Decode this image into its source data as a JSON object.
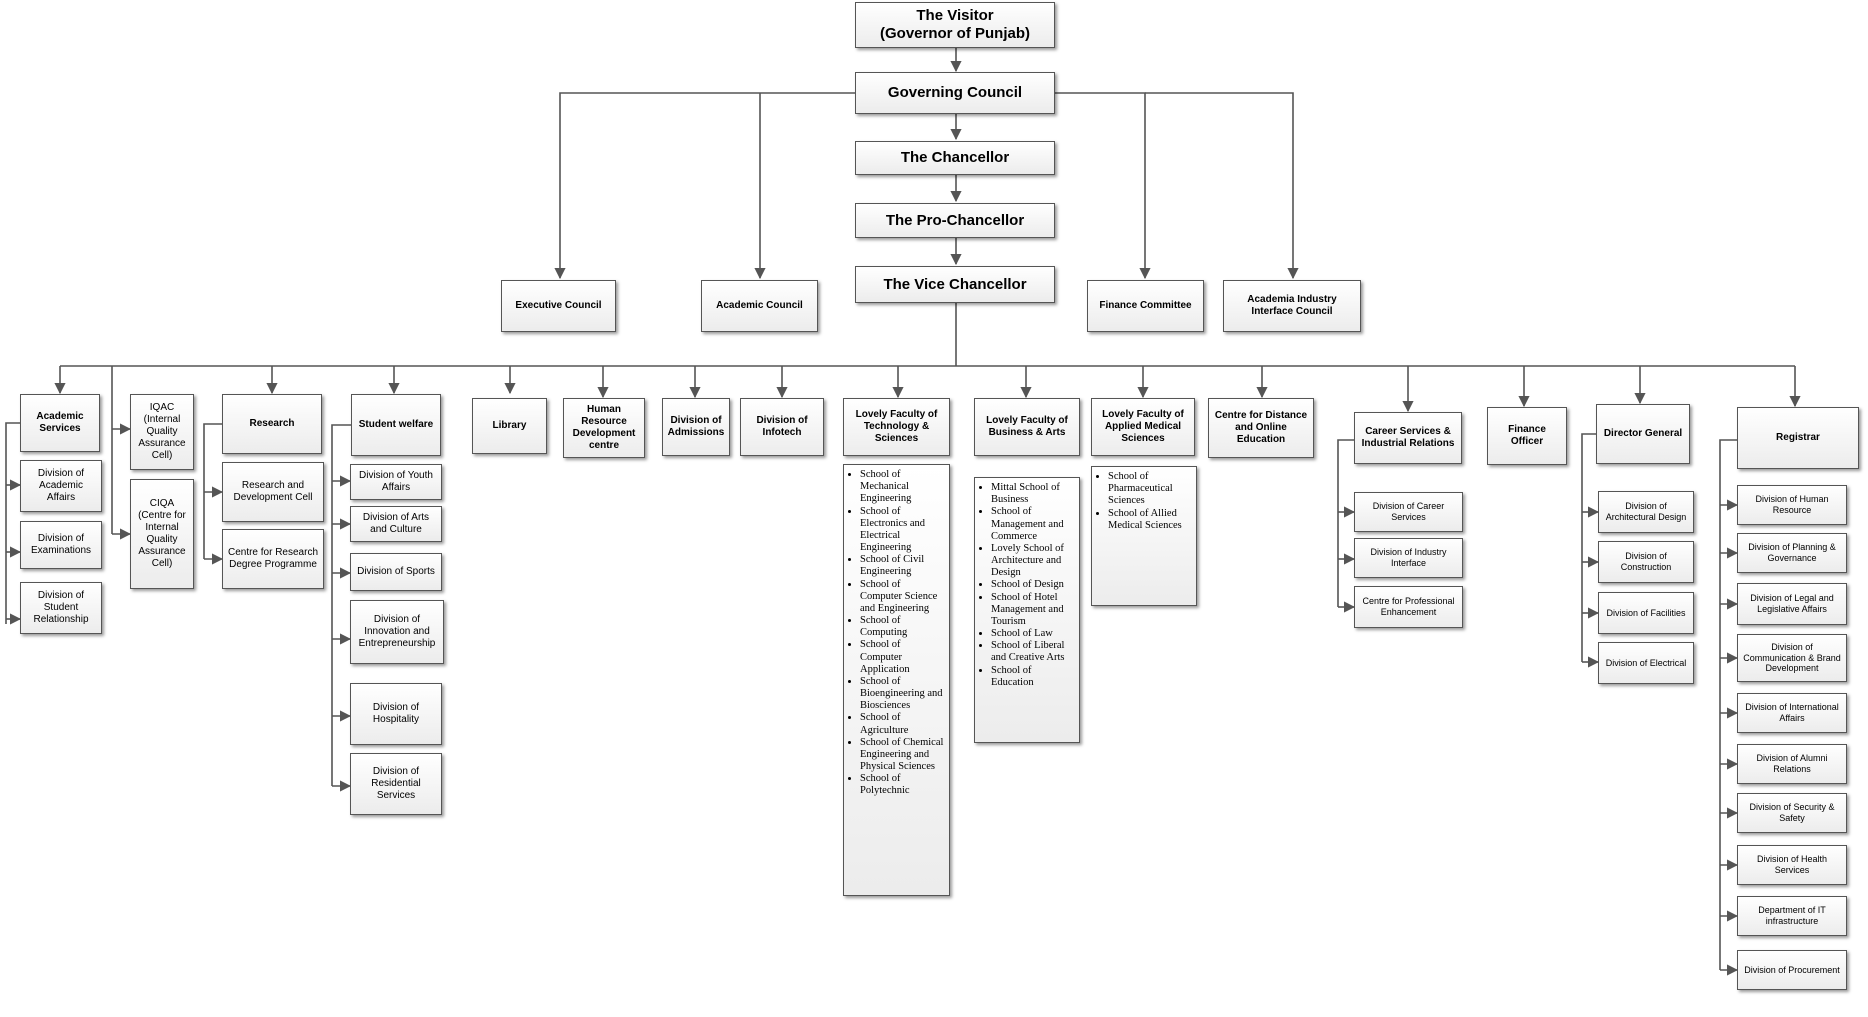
{
  "top": {
    "visitor": "The Visitor\n(Governor of Punjab)",
    "governing_council": "Governing Council",
    "chancellor": "The Chancellor",
    "pro_chancellor": "The Pro-Chancellor",
    "vice_chancellor": "The Vice Chancellor"
  },
  "councils": {
    "executive": "Executive Council",
    "academic": "Academic Council",
    "finance": "Finance Committee",
    "industry": "Academia Industry Interface Council"
  },
  "units": {
    "academic_services": "Academic Services",
    "iqac": "IQAC (Internal Quality Assurance Cell)",
    "ciqa": "CIQA (Centre for Internal Quality Assurance Cell)",
    "research": "Research",
    "student_welfare": "Student welfare",
    "library": "Library",
    "hrdc": "Human Resource Development centre",
    "admissions": "Division of Admissions",
    "infotech": "Division of Infotech",
    "lfts": "Lovely Faculty of Technology & Sciences",
    "lfba": "Lovely Faculty of Business & Arts",
    "lfams": "Lovely Faculty of Applied Medical Sciences",
    "cdoe": "Centre for Distance and Online Education",
    "career": "Career Services & Industrial Relations",
    "finance_officer": "Finance Officer",
    "director_general": "Director General",
    "registrar": "Registrar"
  },
  "academic_services_children": [
    "Division of Academic Affairs",
    "Division of Examinations",
    "Division of Student Relationship"
  ],
  "research_children": [
    "Research and Development Cell",
    "Centre for Research Degree Programme"
  ],
  "student_welfare_children": [
    "Division of Youth Affairs",
    "Division of Arts and Culture",
    "Division of Sports",
    "Division of Innovation and Entrepreneurship",
    "Division of Hospitality",
    "Division of Residential Services"
  ],
  "lfts_schools": [
    "School of Mechanical Engineering",
    "School of Electronics and Electrical Engineering",
    "School of Civil Engineering",
    "School of Computer Science and Engineering",
    "School of Computing",
    "School of Computer Application",
    "School of Bioengineering and Biosciences",
    "School of Agriculture",
    "School of Chemical Engineering and Physical Sciences",
    "School of Polytechnic"
  ],
  "lfba_schools": [
    "Mittal School of Business",
    "School of Management and Commerce",
    "Lovely School of Architecture and Design",
    "School of Design",
    "School of Hotel Management and Tourism",
    "School of Law",
    "School of Liberal and Creative Arts",
    "School of Education"
  ],
  "lfams_schools": [
    "School of Pharmaceutical Sciences",
    "School of Allied Medical Sciences"
  ],
  "career_children": [
    "Division of Career Services",
    "Division of Industry Interface",
    "Centre for Professional Enhancement"
  ],
  "director_children": [
    "Division of Architectural Design",
    "Division of Construction",
    "Division of Facilities",
    "Division of Electrical"
  ],
  "registrar_children": [
    "Division of Human Resource",
    "Division of Planning & Governance",
    "Division of Legal and Legislative Affairs",
    "Division of Communication & Brand Development",
    "Division of International Affairs",
    "Division of Alumni Relations",
    "Division of Security & Safety",
    "Division of Health Services",
    "Department of IT infrastructure",
    "Division of Procurement"
  ]
}
